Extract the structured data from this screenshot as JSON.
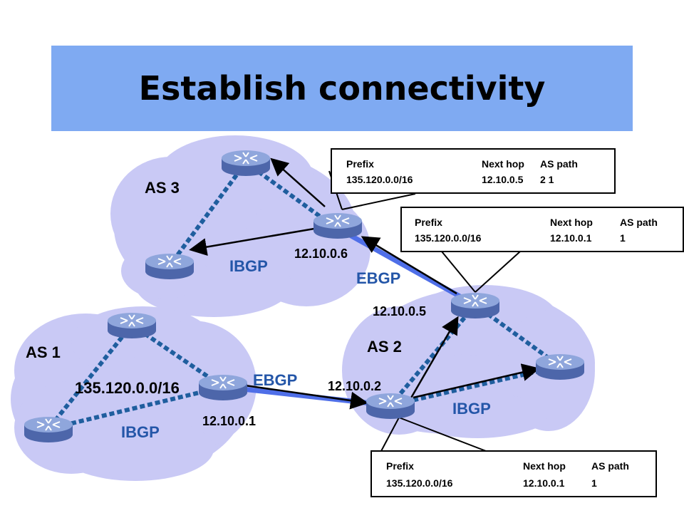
{
  "title": "Establish connectivity",
  "labels": {
    "as1": "AS 1",
    "as2": "AS 2",
    "as3": "AS 3",
    "prefix": "135.120.0.0/16",
    "ip_12_10_0_1": "12.10.0.1",
    "ip_12_10_0_2": "12.10.0.2",
    "ip_12_10_0_5": "12.10.0.5",
    "ip_12_10_0_6": "12.10.0.6",
    "ebgp_bottom": "EBGP",
    "ebgp_top": "EBGP",
    "ibgp_as1": "IBGP",
    "ibgp_as2": "IBGP",
    "ibgp_as3": "IBGP"
  },
  "tables": {
    "as3": {
      "headers": [
        "Prefix",
        "Next hop",
        "AS path"
      ],
      "row": [
        "135.120.0.0/16",
        "12.10.0.5",
        "2 1"
      ]
    },
    "as2_top": {
      "headers": [
        "Prefix",
        "Next hop",
        "AS path"
      ],
      "row": [
        "135.120.0.0/16",
        "12.10.0.1",
        "1"
      ]
    },
    "as2_bottom": {
      "headers": [
        "Prefix",
        "Next hop",
        "AS path"
      ],
      "row": [
        "135.120.0.0/16",
        "12.10.0.1",
        "1"
      ]
    }
  },
  "colors": {
    "title_bar": "#7faaf2",
    "cloud": "#c9c9f5",
    "router_body": "#5f78b9",
    "router_top": "#8fa6dc",
    "ibgp_link": "#1f5e9e",
    "ebgp_link": "#4f6fe8",
    "label_blue": "#2456a8"
  },
  "icons": {
    "router": "router-icon"
  }
}
